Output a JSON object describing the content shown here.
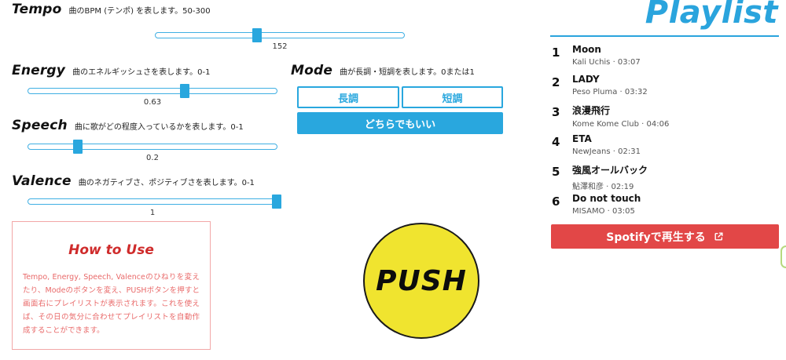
{
  "colors": {
    "accent_blue": "#29a7de",
    "spotify_red": "#e24747",
    "push_yellow": "#f0e42f",
    "howto_red": "#cf2b2b",
    "howto_border_pink": "#f2a7a7"
  },
  "sliders": [
    {
      "label": "Tempo",
      "desc": "曲のBPM (テンポ) を表します。50-300",
      "min": 50,
      "max": 300,
      "value": 152,
      "display": "152"
    },
    {
      "label": "Energy",
      "desc": "曲のエネルギッシュさを表します。0-1",
      "min": 0,
      "max": 1,
      "value": 0.63,
      "display": "0.63"
    },
    {
      "label": "Speech",
      "desc": "曲に歌がどの程度入っているかを表します。0-1",
      "min": 0,
      "max": 1,
      "value": 0.2,
      "display": "0.2"
    },
    {
      "label": "Valence",
      "desc": "曲のネガティブさ、ポジティブさを表します。0-1",
      "min": 0,
      "max": 1,
      "value": 1,
      "display": "1"
    }
  ],
  "mode": {
    "label": "Mode",
    "desc": "曲が長調・短調を表します。0または1",
    "major_button": "長調",
    "minor_button": "短調",
    "either_button": "どちらでもいい"
  },
  "push_button": "PUSH",
  "how_to_use": {
    "title": "How to Use",
    "body": "Tempo, Energy, Speech, Valenceのひねりを変えたり、Modeのボタンを変え、PUSHボタンを押すと画面右にプレイリストが表示されます。これを使えば、その日の気分に合わせてプレイリストを自動作成することができます。"
  },
  "playlist": {
    "title": "Playlist",
    "tracks": [
      {
        "no": "1",
        "title": "Moon",
        "meta": "Kali Uchis · 03:07"
      },
      {
        "no": "2",
        "title": "LADY",
        "meta": "Peso Pluma · 03:32"
      },
      {
        "no": "3",
        "title": "浪漫飛行",
        "meta": "Kome Kome Club · 04:06"
      },
      {
        "no": "4",
        "title": "ETA",
        "meta": "NewJeans · 02:31"
      },
      {
        "no": "5",
        "title": "強風オールバック",
        "meta": "鮎澤和彦 · 02:19"
      },
      {
        "no": "6",
        "title": "Do not touch",
        "meta": "MISAMO · 03:05"
      }
    ],
    "spotify_button": "Spotifyで再生する"
  }
}
